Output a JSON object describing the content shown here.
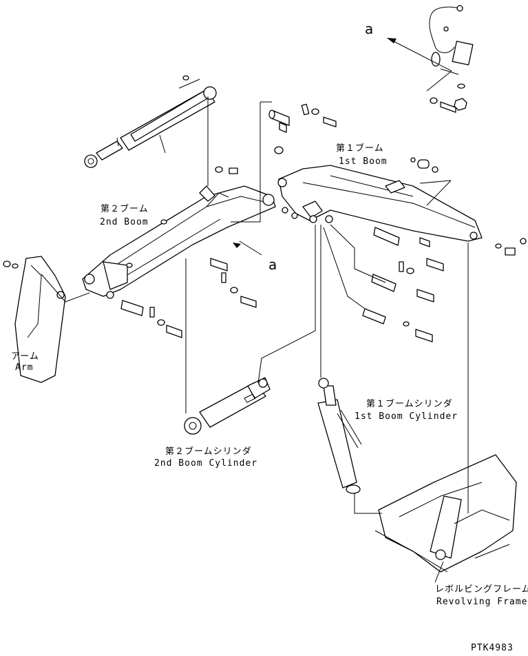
{
  "labels": {
    "boom1_jp": "第１ブーム",
    "boom1_en": "1st Boom",
    "boom2_jp": "第２ブーム",
    "boom2_en": "2nd Boom",
    "arm_jp": "アーム",
    "arm_en": "Arm",
    "cyl1_jp": "第１ブームシリンダ",
    "cyl1_en": "1st Boom Cylinder",
    "cyl2_jp": "第２ブームシリンダ",
    "cyl2_en": "2nd Boom Cylinder",
    "frame_jp": "レボルビングフレーム",
    "frame_en": "Revolving Frame",
    "ref_top": "a",
    "ref_mid": "a",
    "drawing_code": "PTK4983"
  }
}
